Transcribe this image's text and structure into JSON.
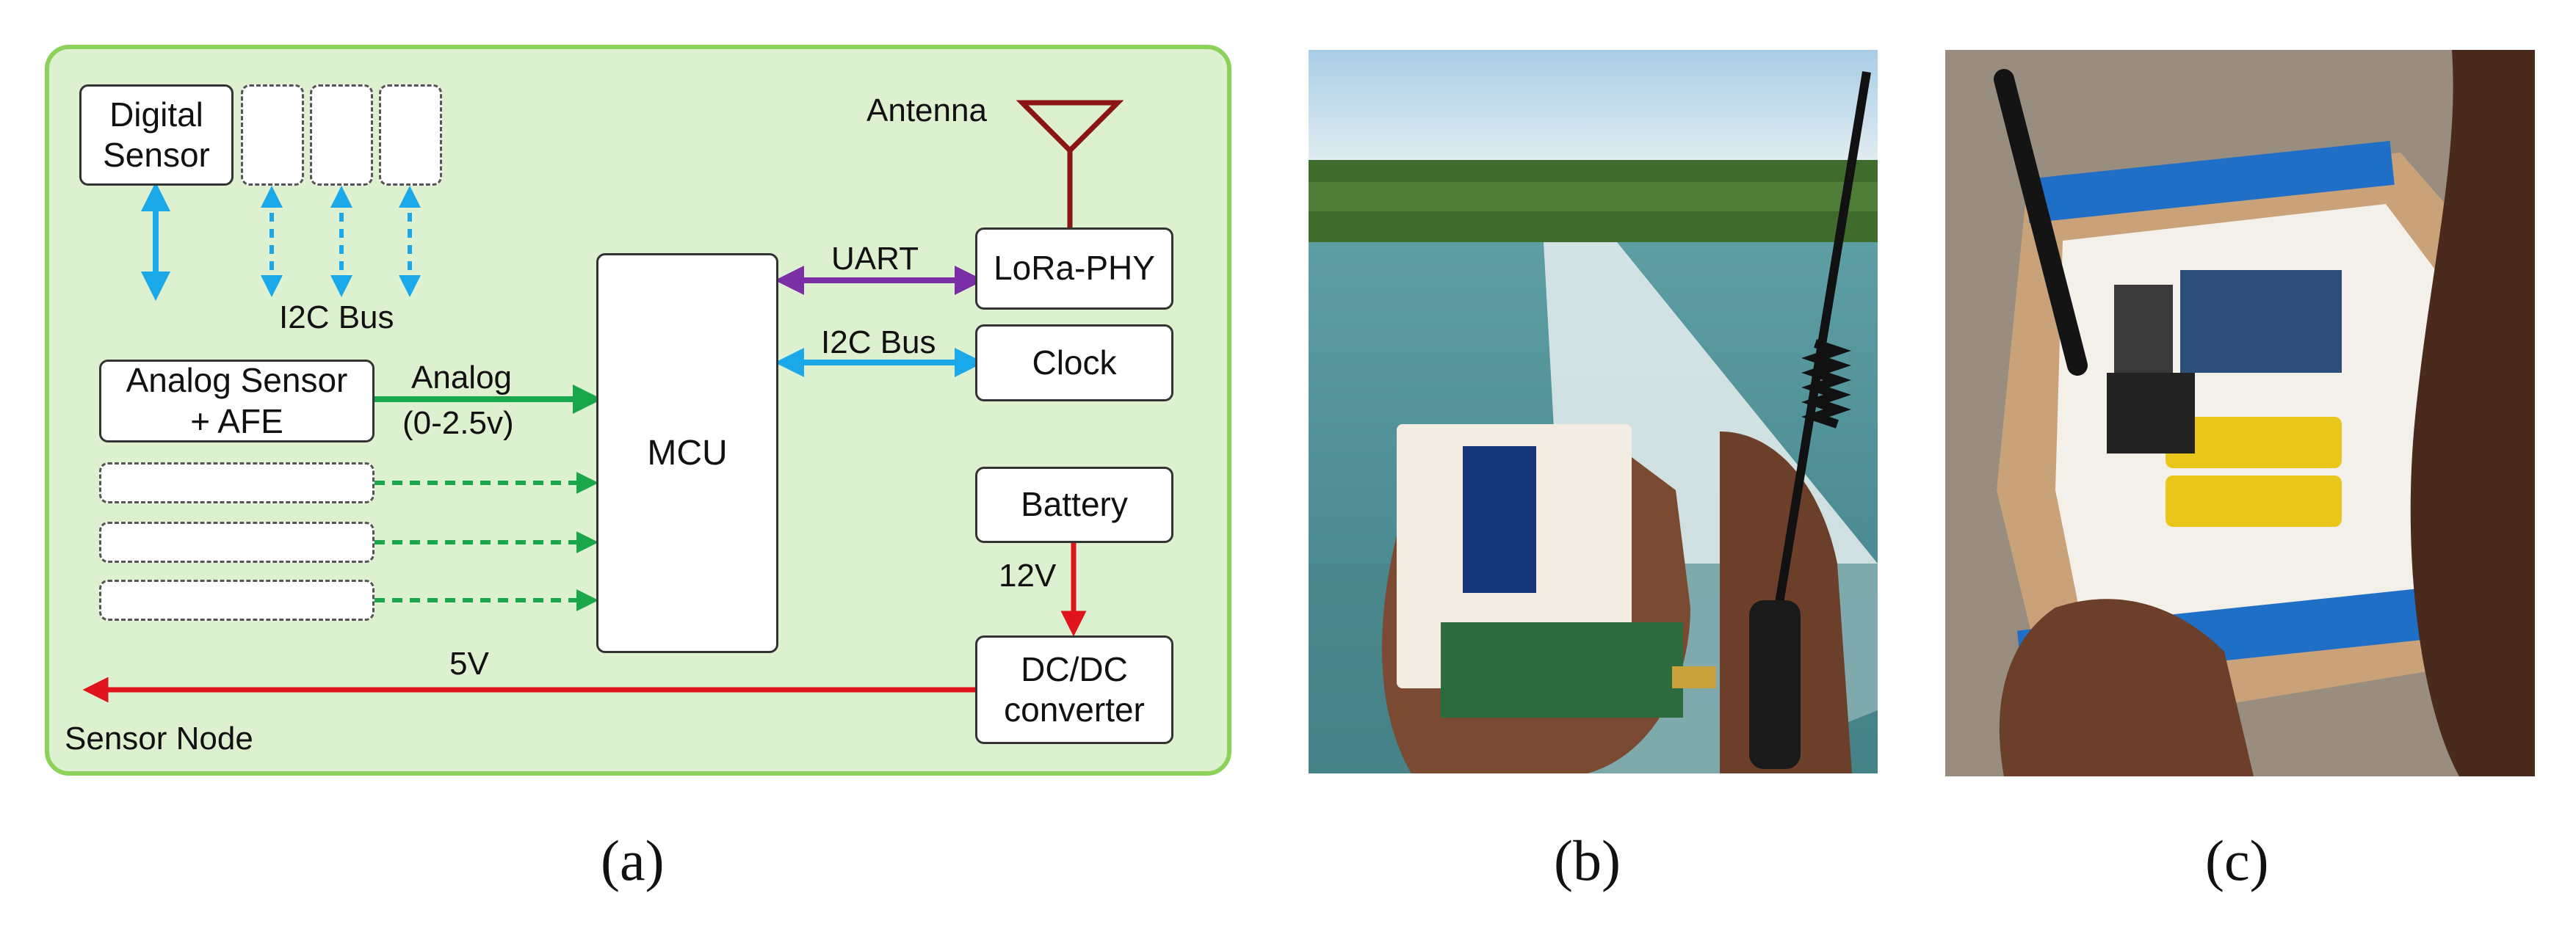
{
  "diagram": {
    "blocks": {
      "digital_sensor": "Digital\nSensor",
      "analog_sensor": "Analog Sensor\n+ AFE",
      "mcu": "MCU",
      "lora_phy": "LoRa-PHY",
      "clock": "Clock",
      "battery": "Battery",
      "dcdc": "DC/DC\nconverter"
    },
    "labels": {
      "antenna": "Antenna",
      "i2c_bus_bottom": "I2C Bus",
      "uart": "UART",
      "i2c_bus_mcu": "I2C Bus",
      "analog_line1": "Analog",
      "analog_line2": "(0-2.5v)",
      "v12": "12V",
      "v5": "5V",
      "sensor_node": "Sensor Node"
    },
    "colors": {
      "panel_fill": "#ddf0cf",
      "panel_border": "#8cd25a",
      "i2c": "#1ba8e8",
      "uart": "#7b2fa6",
      "analog": "#1aa64a",
      "power": "#e0141c",
      "antenna": "#8b1414"
    }
  },
  "captions": {
    "a": "(a)",
    "b": "(b)",
    "c": "(c)"
  }
}
